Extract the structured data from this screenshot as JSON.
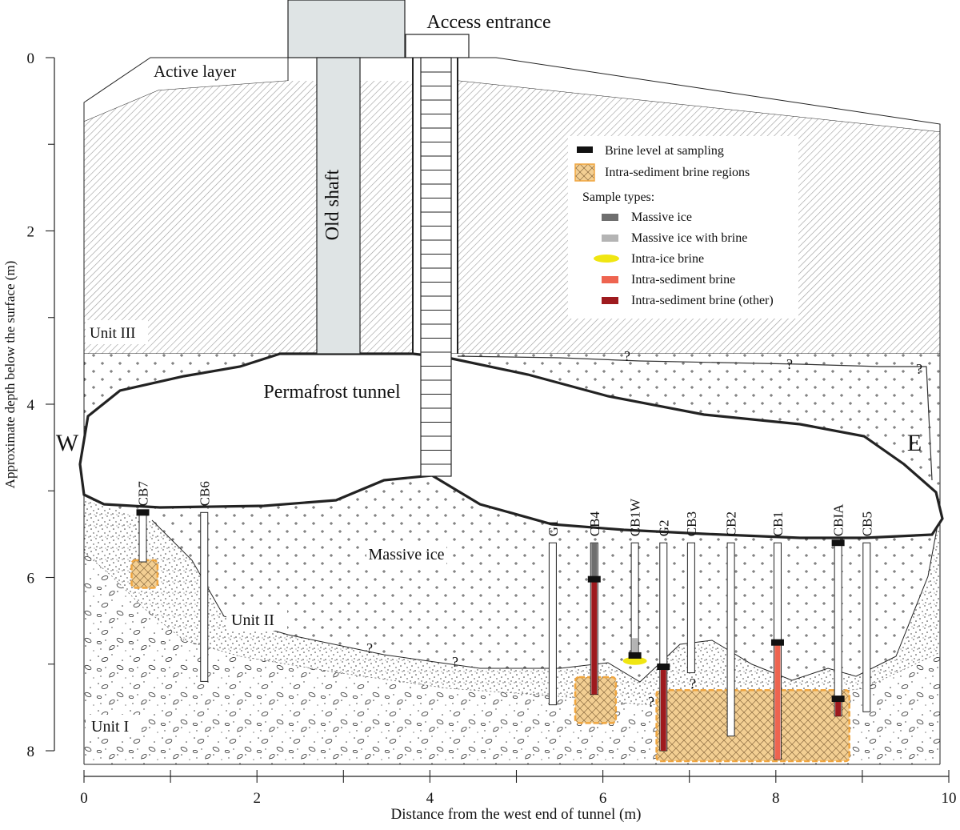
{
  "axes": {
    "x_label": "Distance from the west end of tunnel (m)",
    "y_label": "Approximate depth below the surface (m)",
    "x_ticks": [
      "0",
      "2",
      "4",
      "6",
      "8",
      "10"
    ],
    "y_ticks": [
      "0",
      "2",
      "4",
      "6",
      "8"
    ],
    "x_range": [
      0,
      10
    ],
    "y_range": [
      0,
      8
    ]
  },
  "structures": {
    "access_entrance": "Access entrance",
    "old_shaft": "Old shaft",
    "permafrost_tunnel": "Permafrost tunnel"
  },
  "layers": {
    "active_layer": "Active layer",
    "unit_iii": "Unit III",
    "unit_ii": "Unit II",
    "unit_i": "Unit I",
    "massive_ice": "Massive ice"
  },
  "directions": {
    "west": "W",
    "east": "E"
  },
  "question_mark": "?",
  "legend": {
    "brine_level": "Brine level at sampling",
    "brine_regions": "Intra-sediment brine regions",
    "sample_types_title": "Sample types:",
    "items": [
      {
        "label": "Massive ice",
        "color": "#6e6e6e",
        "shape": "bar"
      },
      {
        "label": "Massive ice with brine",
        "color": "#b4b4b4",
        "shape": "bar"
      },
      {
        "label": "Intra-ice brine",
        "color": "#f0e612",
        "shape": "ellipse"
      },
      {
        "label": "Intra-sediment brine",
        "color": "#ee6450",
        "shape": "bar"
      },
      {
        "label": "Intra-sediment brine (other)",
        "color": "#9e1a1e",
        "shape": "bar"
      }
    ]
  },
  "boreholes": [
    {
      "name": "CB7",
      "x": 0.68,
      "top": 5.25,
      "bottom": 5.82,
      "type": "ice",
      "brine_level": 5.25
    },
    {
      "name": "CB6",
      "x": 1.39,
      "top": 5.25,
      "bottom": 7.2,
      "type": "ice"
    },
    {
      "name": "G1",
      "x": 5.42,
      "top": 5.6,
      "bottom": 7.47,
      "type": "ice"
    },
    {
      "name": "CB4",
      "x": 5.9,
      "top": 5.6,
      "bottom": 7.35,
      "type": "other",
      "brine_from": 6.02,
      "brine_level": 6.02,
      "massive_ice_to": 6.02
    },
    {
      "name": "CB1W",
      "x": 6.37,
      "top": 5.6,
      "bottom": 6.9,
      "type": "ice",
      "ice_brine_from": 6.7,
      "brine_level": 6.9,
      "intra_ice_brine": 7.0
    },
    {
      "name": "G2",
      "x": 6.7,
      "top": 5.6,
      "bottom": 8.0,
      "type": "other",
      "brine_from": 7.03,
      "brine_level": 7.03
    },
    {
      "name": "CB3",
      "x": 7.02,
      "top": 5.6,
      "bottom": 7.1,
      "type": "ice"
    },
    {
      "name": "CB2",
      "x": 7.48,
      "top": 5.6,
      "bottom": 7.83,
      "type": "ice"
    },
    {
      "name": "CB1",
      "x": 8.02,
      "top": 5.6,
      "bottom": 8.1,
      "type": "sediment",
      "brine_from": 6.75,
      "brine_level": 6.75
    },
    {
      "name": "CBIA",
      "x": 8.72,
      "top": 5.6,
      "bottom": 7.6,
      "type": "other",
      "brine_from": 7.4,
      "brine_level": 5.6,
      "brine_level_2": 7.4
    },
    {
      "name": "CB5",
      "x": 9.05,
      "top": 5.6,
      "bottom": 7.55,
      "type": "ice"
    }
  ],
  "brine_regions": [
    {
      "x0": 0.55,
      "x1": 0.85,
      "y0": 5.8,
      "y1": 6.12
    },
    {
      "x0": 5.68,
      "x1": 6.15,
      "y0": 7.15,
      "y1": 7.68
    },
    {
      "x0": 6.62,
      "x1": 8.85,
      "y0": 7.3,
      "y1": 8.12
    }
  ],
  "colors": {
    "brine_level": "#111111",
    "brine_region_fill": "#f3cf93",
    "brine_region_border": "#f0a640",
    "shaft_fill": "#dfe4e5",
    "outline": "#222222"
  }
}
